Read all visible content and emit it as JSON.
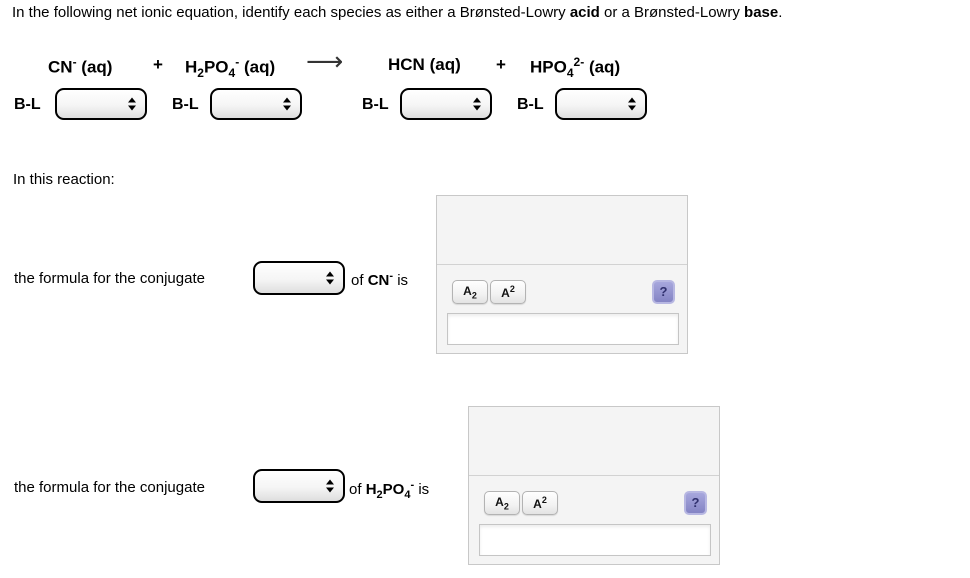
{
  "title": {
    "part1": "In the following net ionic equation, identify each species as either a Brønsted-Lowry ",
    "acid": "acid",
    "part2": " or a Brønsted-Lowry ",
    "base": "base",
    "part3": "."
  },
  "equation": {
    "species1": {
      "formula": "CN",
      "charge": "-",
      "state": "(aq)"
    },
    "plus1": "+",
    "species2": {
      "el1": "H",
      "sub1": "2",
      "el2": "PO",
      "sub2": "4",
      "charge": "-",
      "state": "(aq)"
    },
    "arrow": "⟶",
    "species3": {
      "formula": "HCN",
      "state": "(aq)"
    },
    "plus2": "+",
    "species4": {
      "el1": "HPO",
      "sub1": "4",
      "charge": "2-",
      "state": "(aq)"
    }
  },
  "bl_row": {
    "items": [
      {
        "label": "B-L",
        "value": ""
      },
      {
        "label": "B-L",
        "value": ""
      },
      {
        "label": "B-L",
        "value": ""
      },
      {
        "label": "B-L",
        "value": ""
      }
    ]
  },
  "section": {
    "in_this_reaction": "In this reaction:"
  },
  "row1": {
    "prefix": "the formula for the conjugate",
    "dropdown_value": "",
    "of": "of",
    "species": "CN",
    "charge": "-",
    "suffix": "is"
  },
  "row2": {
    "prefix": "the formula for the conjugate",
    "dropdown_value": "",
    "of": "of",
    "el1": "H",
    "sub1": "2",
    "el2": "PO",
    "sub2": "4",
    "charge": "-",
    "suffix": "is"
  },
  "answer_widget": {
    "subscript_btn": {
      "letter": "A",
      "sub": "2"
    },
    "superscript_btn": {
      "letter": "A",
      "sup": "2"
    },
    "help_label": "?",
    "input_value": ""
  },
  "colors": {
    "panel_bg": "#f4f4f4",
    "panel_border": "#c8c8c8",
    "help_bg": "#8c8cce",
    "help_border": "#b7b7e2",
    "text": "#000000"
  }
}
